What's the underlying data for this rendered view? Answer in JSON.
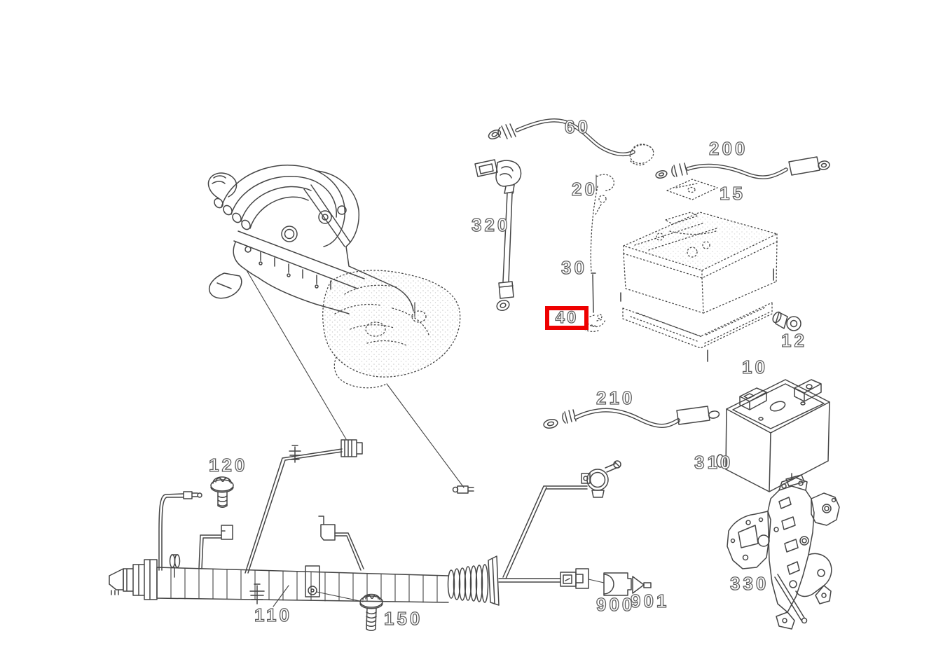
{
  "diagram": {
    "background_color": "#ffffff",
    "line_color": "#454545",
    "highlight_box_color": "#ee0000",
    "highlighted_part": "40",
    "labels": [
      {
        "id": "60",
        "text": "60"
      },
      {
        "id": "200",
        "text": "200"
      },
      {
        "id": "20",
        "text": "20"
      },
      {
        "id": "15",
        "text": "15"
      },
      {
        "id": "320",
        "text": "320"
      },
      {
        "id": "30",
        "text": "30"
      },
      {
        "id": "40",
        "text": "40"
      },
      {
        "id": "12",
        "text": "12"
      },
      {
        "id": "10",
        "text": "10"
      },
      {
        "id": "210",
        "text": "210"
      },
      {
        "id": "310",
        "text": "310"
      },
      {
        "id": "120",
        "text": "120"
      },
      {
        "id": "110",
        "text": "110"
      },
      {
        "id": "150",
        "text": "150"
      },
      {
        "id": "900",
        "text": "900"
      },
      {
        "id": "901",
        "text": "901"
      },
      {
        "id": "330",
        "text": "330"
      }
    ]
  }
}
